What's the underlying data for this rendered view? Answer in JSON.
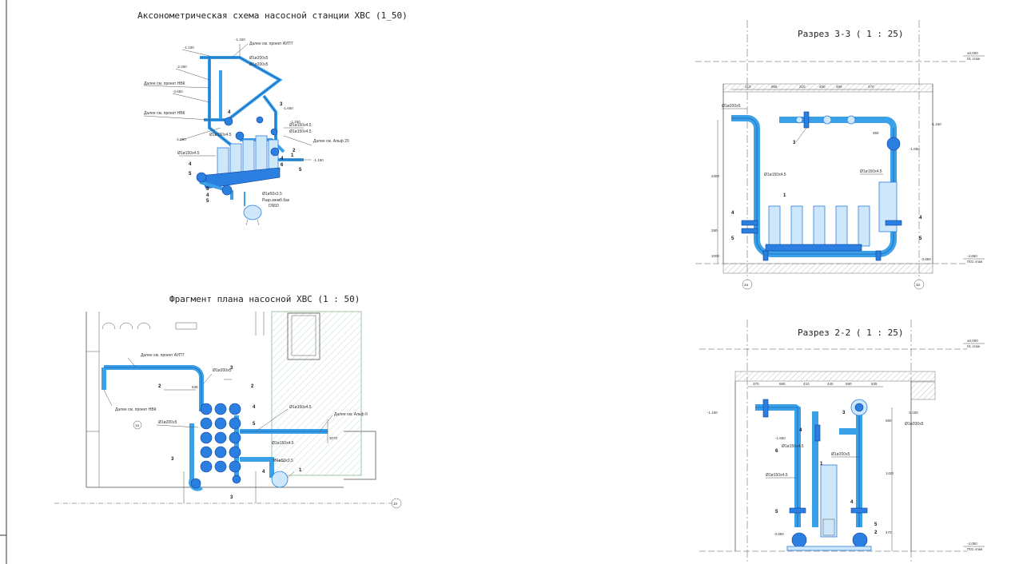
{
  "titles": {
    "axon": "Аксонометрическая схема насосной станции ХВС (1_50)",
    "plan": "Фрагмент плана насосной ХВС (1 : 50)",
    "section33": "Разрез 3-3 ( 1 : 25)",
    "section22": "Разрез 2-2 ( 1 : 25)"
  },
  "axon": {
    "levels": [
      "-1.150",
      "-2.250",
      "-3.650",
      "-1.650",
      "-1.150",
      "-1.650",
      "-1.150",
      "-1.150"
    ],
    "notes": [
      "Далее см. проект АУПТ",
      "Далее см. проект НВК",
      "Далее см. проект НВК",
      "Далее см. Альф 20"
    ],
    "pipes": [
      "Ø1ø200х5",
      "Ø1ø200х5",
      "Ø1ø150х4.5",
      "Ø1ø150х4.5",
      "Ø1ø150х4.5",
      "Ø1ø150х4.5",
      "Ø1ø50х3.5"
    ],
    "tank": [
      "Разр.мемб.бак",
      "DN50"
    ],
    "callouts": [
      "4",
      "5",
      "3",
      "4",
      "5",
      "4",
      "6",
      "1",
      "3",
      "4",
      "5",
      "2"
    ]
  },
  "plan": {
    "notes": [
      "Далее см. проект АУПТ",
      "Далее см. проект НВК",
      "Далее см. Альф 6"
    ],
    "pipes": [
      "Ø1ø200х5",
      "Ø1ø200х5",
      "Ø1ø150х4.5",
      "Ø1ø150х4.5",
      "Ø1ø50х3.5"
    ],
    "dims": [
      "635",
      "3070"
    ],
    "cuts": [
      "3",
      "3",
      "2",
      "2"
    ],
    "axes": [
      "1a",
      "10"
    ],
    "callouts": [
      "4",
      "5",
      "3",
      "4",
      "1"
    ]
  },
  "section33": {
    "levels_right": [
      {
        "value": "±0,000",
        "note": "01 этаж"
      },
      {
        "value": "-4,650",
        "note": "П01 этаж"
      }
    ],
    "marks": [
      "-1.150",
      "-1.650",
      "-3.860"
    ],
    "dims": [
      "410",
      "955",
      "210",
      "450",
      "450",
      "470",
      "350",
      "2300",
      "280",
      "1000"
    ],
    "pipes": [
      "Ø1ø200х5",
      "Ø1ø150х4.5",
      "Ø1ø150х4.5"
    ],
    "callouts": [
      "3",
      "1",
      "4",
      "5",
      "4",
      "5"
    ],
    "axes": [
      "2a",
      "3a"
    ]
  },
  "section22": {
    "levels_right": [
      {
        "value": "±0,000",
        "note": "01 этаж"
      },
      {
        "value": "-4,050",
        "note": "П01 этаж"
      }
    ],
    "marks": [
      "-1.150",
      "-1.650",
      "-1.150",
      "-3.860"
    ],
    "dims": [
      "370",
      "680",
      "410",
      "440",
      "590",
      "635",
      "1430",
      "560",
      "470"
    ],
    "pipes": [
      "Ø1ø200х5",
      "Ø1ø150х4.5",
      "Ø1ø150х4.5",
      "Ø1ø200х5"
    ],
    "callouts": [
      "3",
      "4",
      "6",
      "5",
      "1",
      "4",
      "5",
      "2"
    ]
  }
}
